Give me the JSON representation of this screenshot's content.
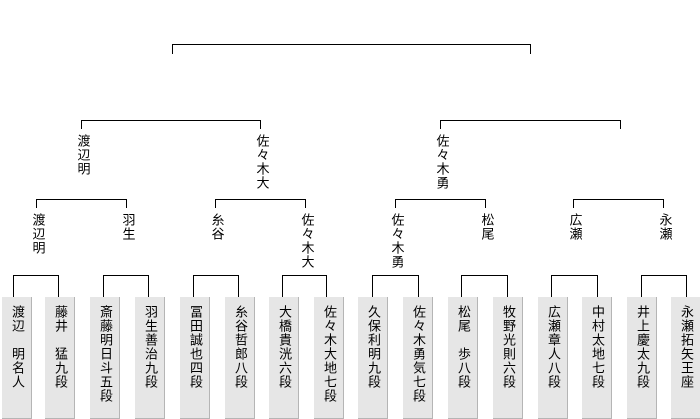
{
  "players": [
    "渡辺　明名人",
    "藤井　猛九段",
    "斎藤明日斗五段",
    "羽生善治九段",
    "冨田誠也四段",
    "糸谷哲郎八段",
    "大橋貴洸六段",
    "佐々木大地七段",
    "久保利明九段",
    "佐々木勇気七段",
    "松尾　歩八段",
    "牧野光則六段",
    "広瀬章人八段",
    "中村太地七段",
    "井上慶太九段",
    "永瀬拓矢王座"
  ],
  "round2_winners": [
    "渡辺明",
    "羽生",
    "糸谷",
    "佐々木大",
    "佐々木勇",
    "松尾",
    "広瀬",
    "永瀬"
  ],
  "round3_winners": [
    "渡辺明",
    "佐々木大",
    "佐々木勇",
    ""
  ],
  "round4_winners": [
    "",
    ""
  ],
  "champion": ""
}
